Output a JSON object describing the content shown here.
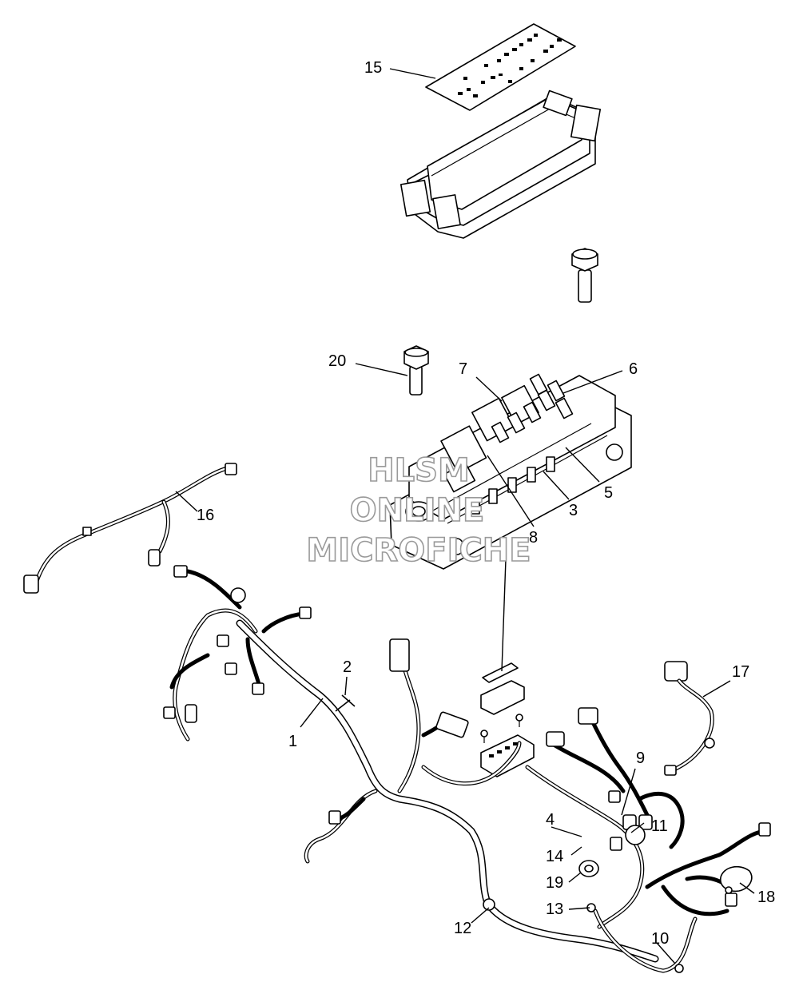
{
  "callouts": {
    "c1": "1",
    "c2": "2",
    "c3": "3",
    "c4": "4",
    "c5": "5",
    "c6": "6",
    "c7": "7",
    "c8": "8",
    "c9": "9",
    "c10": "10",
    "c11": "11",
    "c12": "12",
    "c13": "13",
    "c14": "14",
    "c15": "15",
    "c16": "16",
    "c17": "17",
    "c18": "18",
    "c19": "19",
    "c20": "20"
  },
  "watermark": {
    "line1": "HLSM",
    "line2": "ONLINE",
    "line3": "MICROFICHE"
  }
}
